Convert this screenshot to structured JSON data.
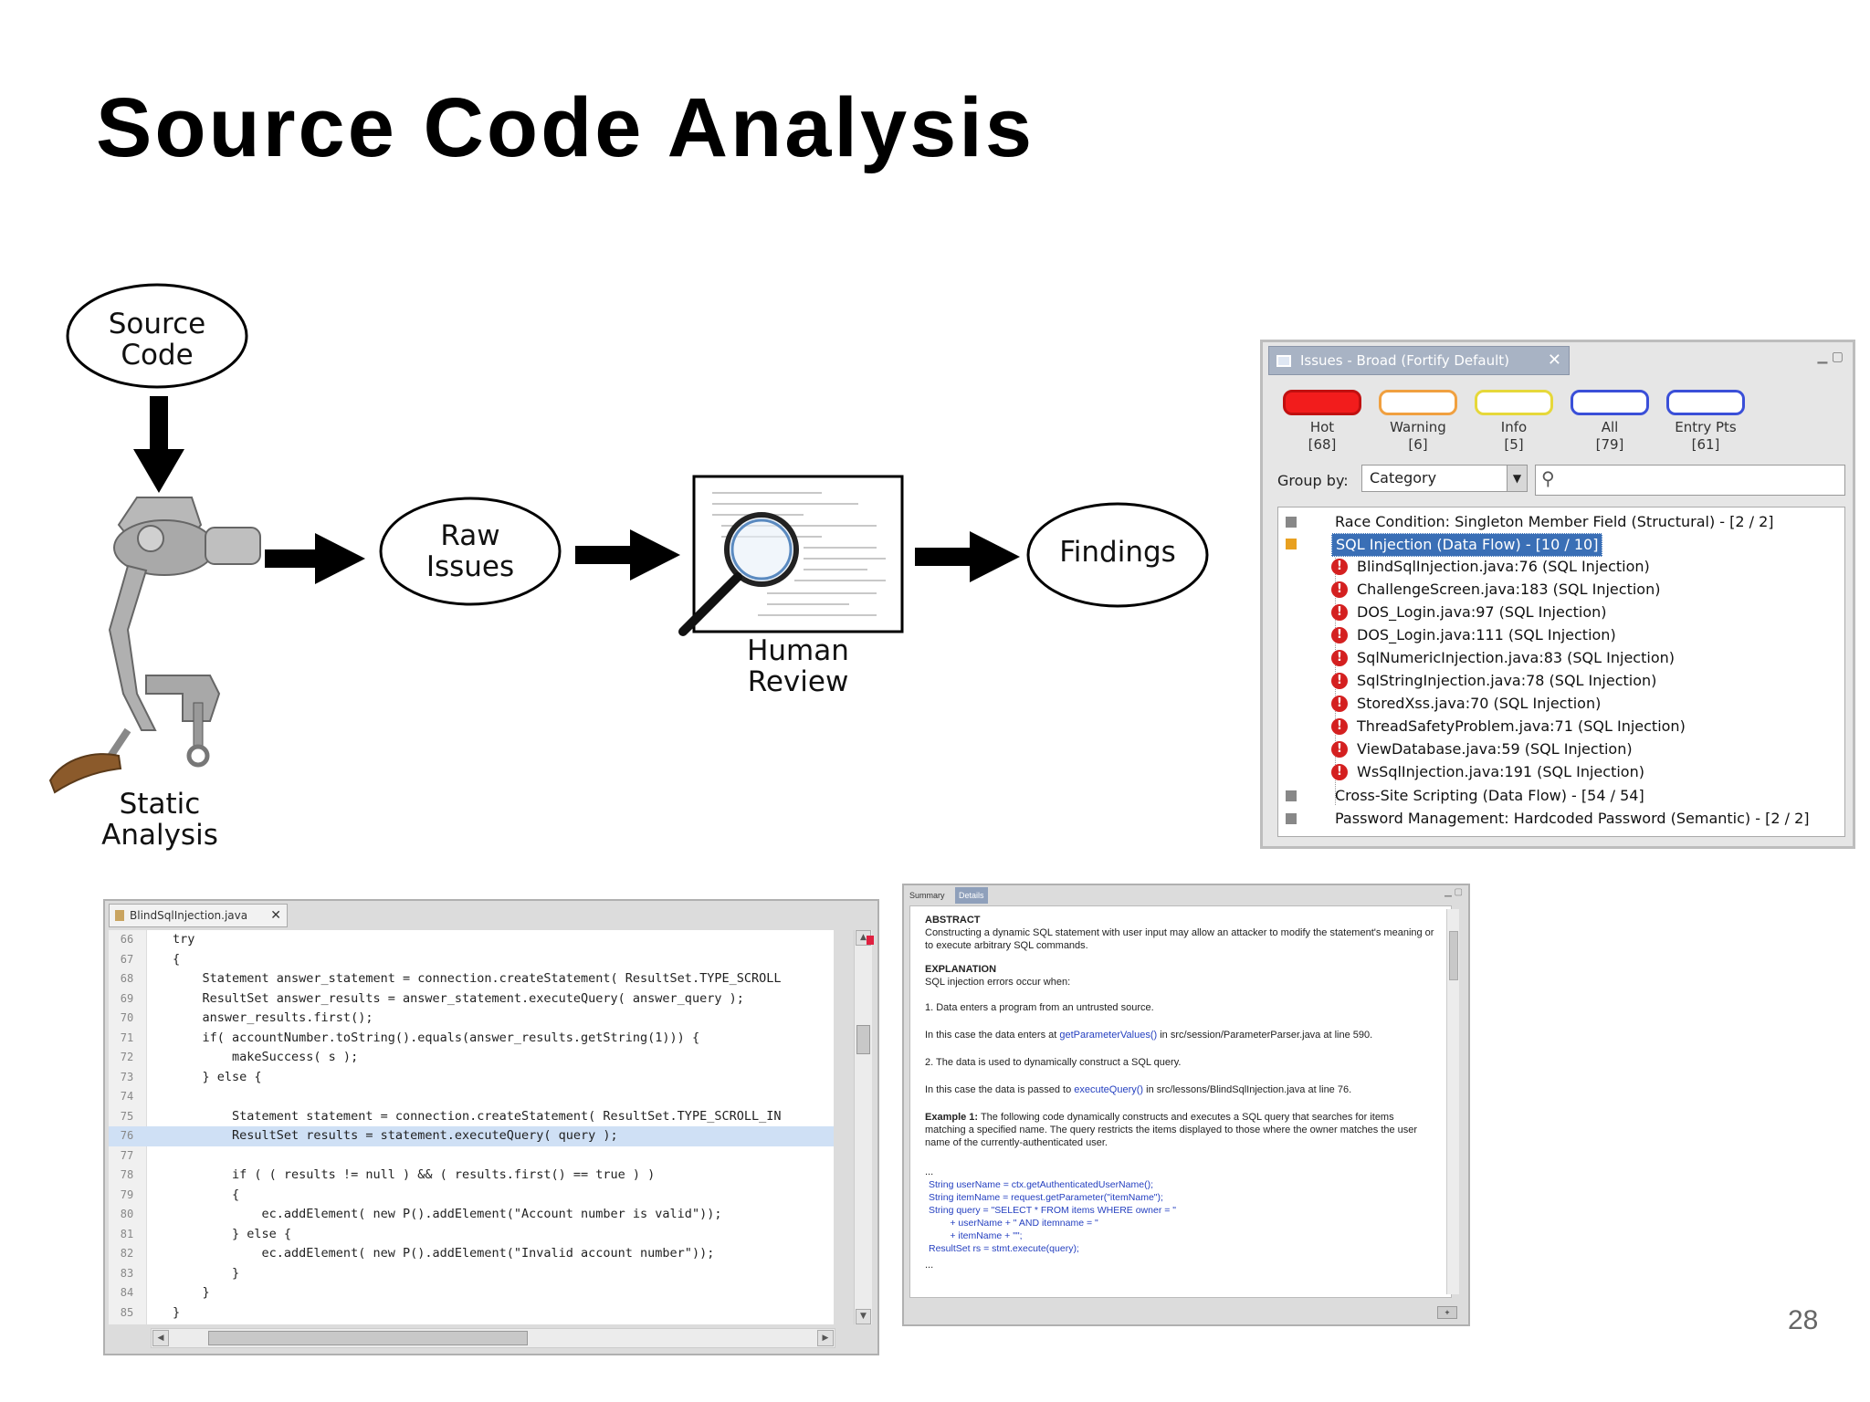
{
  "slide": {
    "title": "Source Code Analysis",
    "page_number": "28"
  },
  "flow": {
    "source_code": [
      "Source",
      "Code"
    ],
    "static_analysis": [
      "Static",
      "Analysis"
    ],
    "raw_issues": [
      "Raw",
      "Issues"
    ],
    "human_review": [
      "Human",
      "Review"
    ],
    "findings": "Findings"
  },
  "issues_panel": {
    "tab_title": "Issues - Broad (Fortify Default)",
    "filters": [
      {
        "label": "Hot",
        "count": "[68]",
        "color": "#e21b1b"
      },
      {
        "label": "Warning",
        "count": "[6]",
        "color": "#f0a040"
      },
      {
        "label": "Info",
        "count": "[5]",
        "color": "#e6d83a"
      },
      {
        "label": "All",
        "count": "[79]",
        "color": "#3a4fd8"
      },
      {
        "label": "Entry Pts",
        "count": "[61]",
        "color": "#3a4fd8"
      }
    ],
    "group_by_label": "Group by:",
    "group_by_value": "Category",
    "tree": {
      "race_condition": "Race Condition: Singleton Member Field (Structural) - [2 / 2]",
      "sql_injection": "SQL Injection (Data Flow) - [10 / 10]",
      "sql_items": [
        "BlindSqlInjection.java:76 (SQL Injection)",
        "ChallengeScreen.java:183 (SQL Injection)",
        "DOS_Login.java:97 (SQL Injection)",
        "DOS_Login.java:111 (SQL Injection)",
        "SqlNumericInjection.java:83 (SQL Injection)",
        "SqlStringInjection.java:78 (SQL Injection)",
        "StoredXss.java:70 (SQL Injection)",
        "ThreadSafetyProblem.java:71 (SQL Injection)",
        "ViewDatabase.java:59 (SQL Injection)",
        "WsSqlInjection.java:191 (SQL Injection)"
      ],
      "xss": "Cross-Site Scripting (Data Flow) - [54 / 54]",
      "password": "Password Management: Hardcoded Password (Semantic) - [2 / 2]"
    }
  },
  "editor": {
    "tab_title": "BlindSqlInjection.java",
    "lines": [
      {
        "n": "66",
        "code": "try"
      },
      {
        "n": "67",
        "code": "{"
      },
      {
        "n": "68",
        "code": "    Statement answer_statement = connection.createStatement( ResultSet.TYPE_SCROLL"
      },
      {
        "n": "69",
        "code": "    ResultSet answer_results = answer_statement.executeQuery( answer_query );"
      },
      {
        "n": "70",
        "code": "    answer_results.first();"
      },
      {
        "n": "71",
        "code": "    if( accountNumber.toString().equals(answer_results.getString(1))) {"
      },
      {
        "n": "72",
        "code": "        makeSuccess( s );"
      },
      {
        "n": "73",
        "code": "    } else {"
      },
      {
        "n": "74",
        "code": ""
      },
      {
        "n": "75",
        "code": "        Statement statement = connection.createStatement( ResultSet.TYPE_SCROLL_IN"
      },
      {
        "n": "76",
        "code": "        ResultSet results = statement.executeQuery( query );"
      },
      {
        "n": "77",
        "code": ""
      },
      {
        "n": "78",
        "code": "        if ( ( results != null ) && ( results.first() == true ) )"
      },
      {
        "n": "79",
        "code": "        {"
      },
      {
        "n": "80",
        "code": "            ec.addElement( new P().addElement(\"Account number is valid\"));"
      },
      {
        "n": "81",
        "code": "        } else {"
      },
      {
        "n": "82",
        "code": "            ec.addElement( new P().addElement(\"Invalid account number\"));"
      },
      {
        "n": "83",
        "code": "        }"
      },
      {
        "n": "84",
        "code": "    }"
      },
      {
        "n": "85",
        "code": "}"
      }
    ]
  },
  "details_panel": {
    "tab_summary": "Summary",
    "tab_details": "Details",
    "abstract_head": "ABSTRACT",
    "abstract_text": "Constructing a dynamic SQL statement with user input may allow an attacker to modify the statement's meaning or to execute arbitrary SQL commands.",
    "explanation_head": "EXPLANATION",
    "explanation_text": "SQL injection errors occur when:",
    "step1": "1. Data enters a program from an untrusted source.",
    "step1_case_pre": "In this case the data enters at ",
    "step1_case_link": "getParameterValues()",
    "step1_case_post": " in src/session/ParameterParser.java at line 590.",
    "step2": "2. The data is used to dynamically construct a SQL query.",
    "step2_case_pre": "In this case the data is passed to ",
    "step2_case_link": "executeQuery()",
    "step2_case_post": " in src/lessons/BlindSqlInjection.java at line 76.",
    "example_head": "Example 1:",
    "example_text": " The following code dynamically constructs and executes a SQL query that searches for items matching a specified name. The query restricts the items displayed to those where the owner matches the user name of the currently-authenticated user.",
    "ellipsis_top": "...",
    "code": [
      "String userName = ctx.getAuthenticatedUserName();",
      "String itemName = request.getParameter(\"itemName\");",
      "String query = \"SELECT * FROM items WHERE owner = \"",
      "        + userName + \" AND itemname = \"",
      "        + itemName + \"\";",
      "ResultSet rs = stmt.execute(query);"
    ],
    "ellipsis_bottom": "..."
  }
}
